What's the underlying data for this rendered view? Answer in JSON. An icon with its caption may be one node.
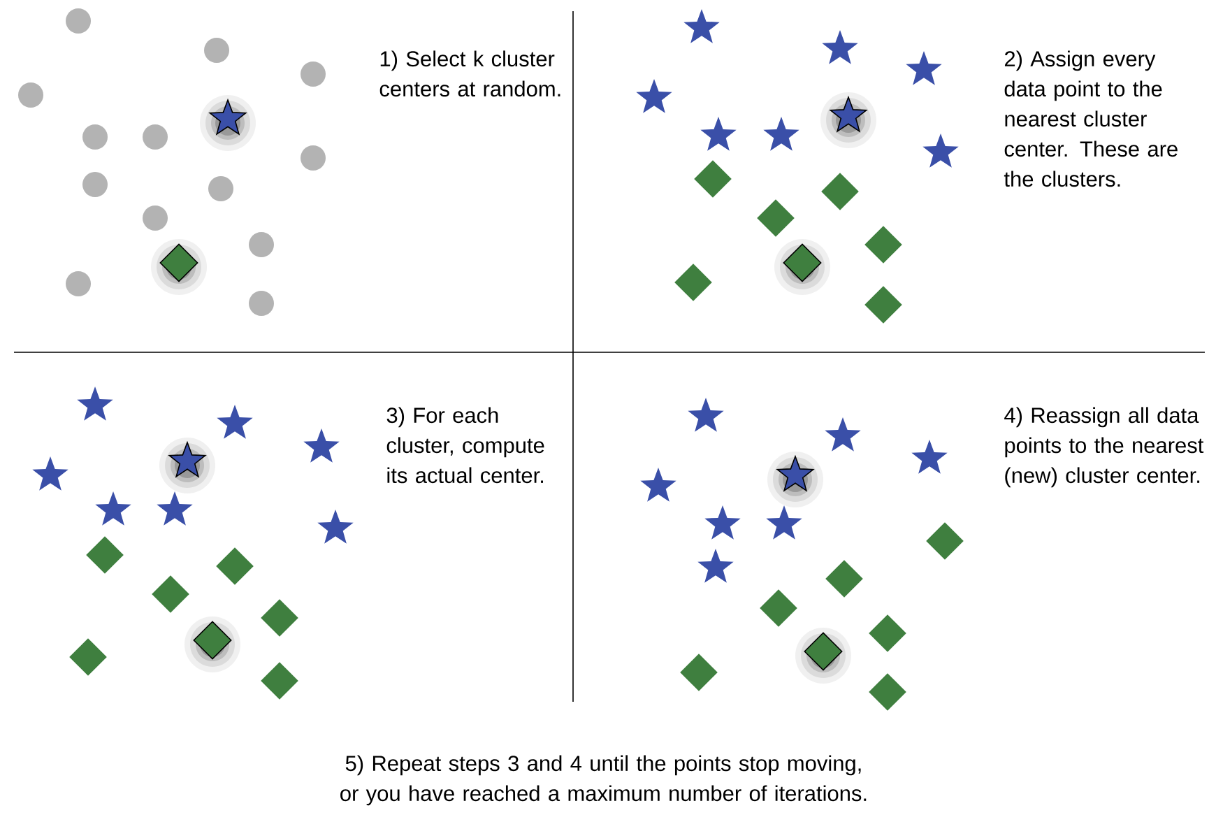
{
  "diagram": {
    "labels": [
      "1) Select k cluster centers at random.",
      "2) Assign every data point to the nearest cluster center. These are the clusters.",
      "3) For each cluster, compute its actual center.",
      "4) Reassign all data points to the nearest (new) cluster center.",
      "5) Repeat steps 3 and 4 until the points stop moving, or you have reached a maximum number of iterations."
    ]
  }
}
